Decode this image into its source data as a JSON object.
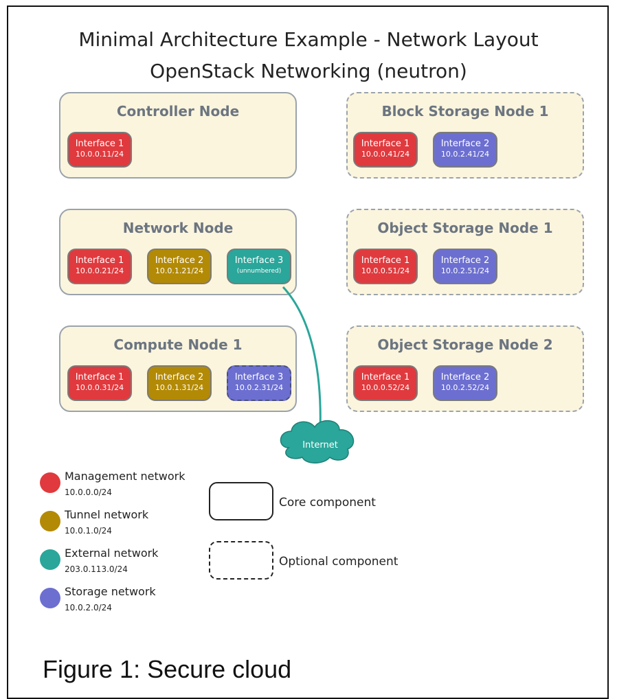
{
  "title_line1": "Minimal Architecture Example - Network Layout",
  "title_line2": "OpenStack Networking (neutron)",
  "colors": {
    "management": "#e03a3e",
    "tunnel": "#b38a05",
    "external": "#2aa69a",
    "storage": "#6c6fd0",
    "node_fill": "#fbf5de",
    "node_border": "#9aa3ab"
  },
  "nodes": {
    "controller": {
      "title": "Controller Node",
      "if1": {
        "name": "Interface 1",
        "addr": "10.0.0.11/24"
      }
    },
    "network": {
      "title": "Network Node",
      "if1": {
        "name": "Interface 1",
        "addr": "10.0.0.21/24"
      },
      "if2": {
        "name": "Interface 2",
        "addr": "10.0.1.21/24"
      },
      "if3": {
        "name": "Interface 3",
        "addr": "(unnumbered)"
      }
    },
    "compute": {
      "title": "Compute Node 1",
      "if1": {
        "name": "Interface 1",
        "addr": "10.0.0.31/24"
      },
      "if2": {
        "name": "Interface 2",
        "addr": "10.0.1.31/24"
      },
      "if3": {
        "name": "Interface 3",
        "addr": "10.0.2.31/24"
      }
    },
    "block": {
      "title": "Block Storage Node 1",
      "if1": {
        "name": "Interface 1",
        "addr": "10.0.0.41/24"
      },
      "if2": {
        "name": "Interface 2",
        "addr": "10.0.2.41/24"
      }
    },
    "object1": {
      "title": "Object Storage Node 1",
      "if1": {
        "name": "Interface 1",
        "addr": "10.0.0.51/24"
      },
      "if2": {
        "name": "Interface 2",
        "addr": "10.0.2.51/24"
      }
    },
    "object2": {
      "title": "Object Storage Node 2",
      "if1": {
        "name": "Interface 1",
        "addr": "10.0.0.52/24"
      },
      "if2": {
        "name": "Interface 2",
        "addr": "10.0.2.52/24"
      }
    }
  },
  "internet_label": "Internet",
  "legend": {
    "management": {
      "name": "Management network",
      "addr": "10.0.0.0/24"
    },
    "tunnel": {
      "name": "Tunnel network",
      "addr": "10.0.1.0/24"
    },
    "external": {
      "name": "External network",
      "addr": "203.0.113.0/24"
    },
    "storage": {
      "name": "Storage network",
      "addr": "10.0.2.0/24"
    },
    "core_label": "Core component",
    "optional_label": "Optional component"
  },
  "caption": "Figure 1: Secure cloud"
}
